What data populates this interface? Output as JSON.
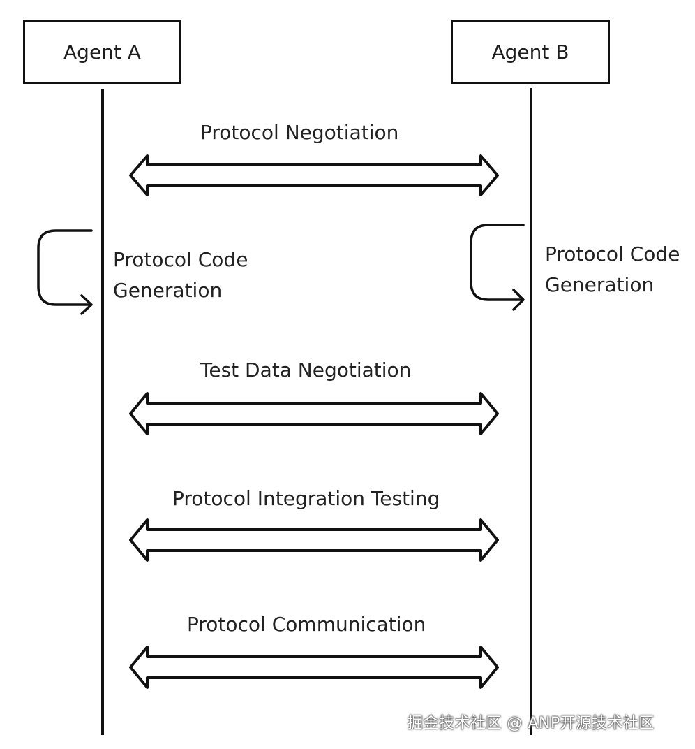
{
  "agents": {
    "a": {
      "label": "Agent A"
    },
    "b": {
      "label": "Agent B"
    }
  },
  "self_steps": {
    "a": {
      "line1": "Protocol Code",
      "line2": "Generation"
    },
    "b": {
      "line1": "Protocol Code",
      "line2": "Generation"
    }
  },
  "messages": [
    {
      "label": "Protocol Negotiation"
    },
    {
      "label": "Test Data Negotiation"
    },
    {
      "label": "Protocol Integration Testing"
    },
    {
      "label": "Protocol Communication"
    }
  ],
  "watermark": {
    "text": "掘金技术社区 @ ANP开源技术社区"
  },
  "colors": {
    "stroke": "#111111",
    "text": "#222222"
  }
}
